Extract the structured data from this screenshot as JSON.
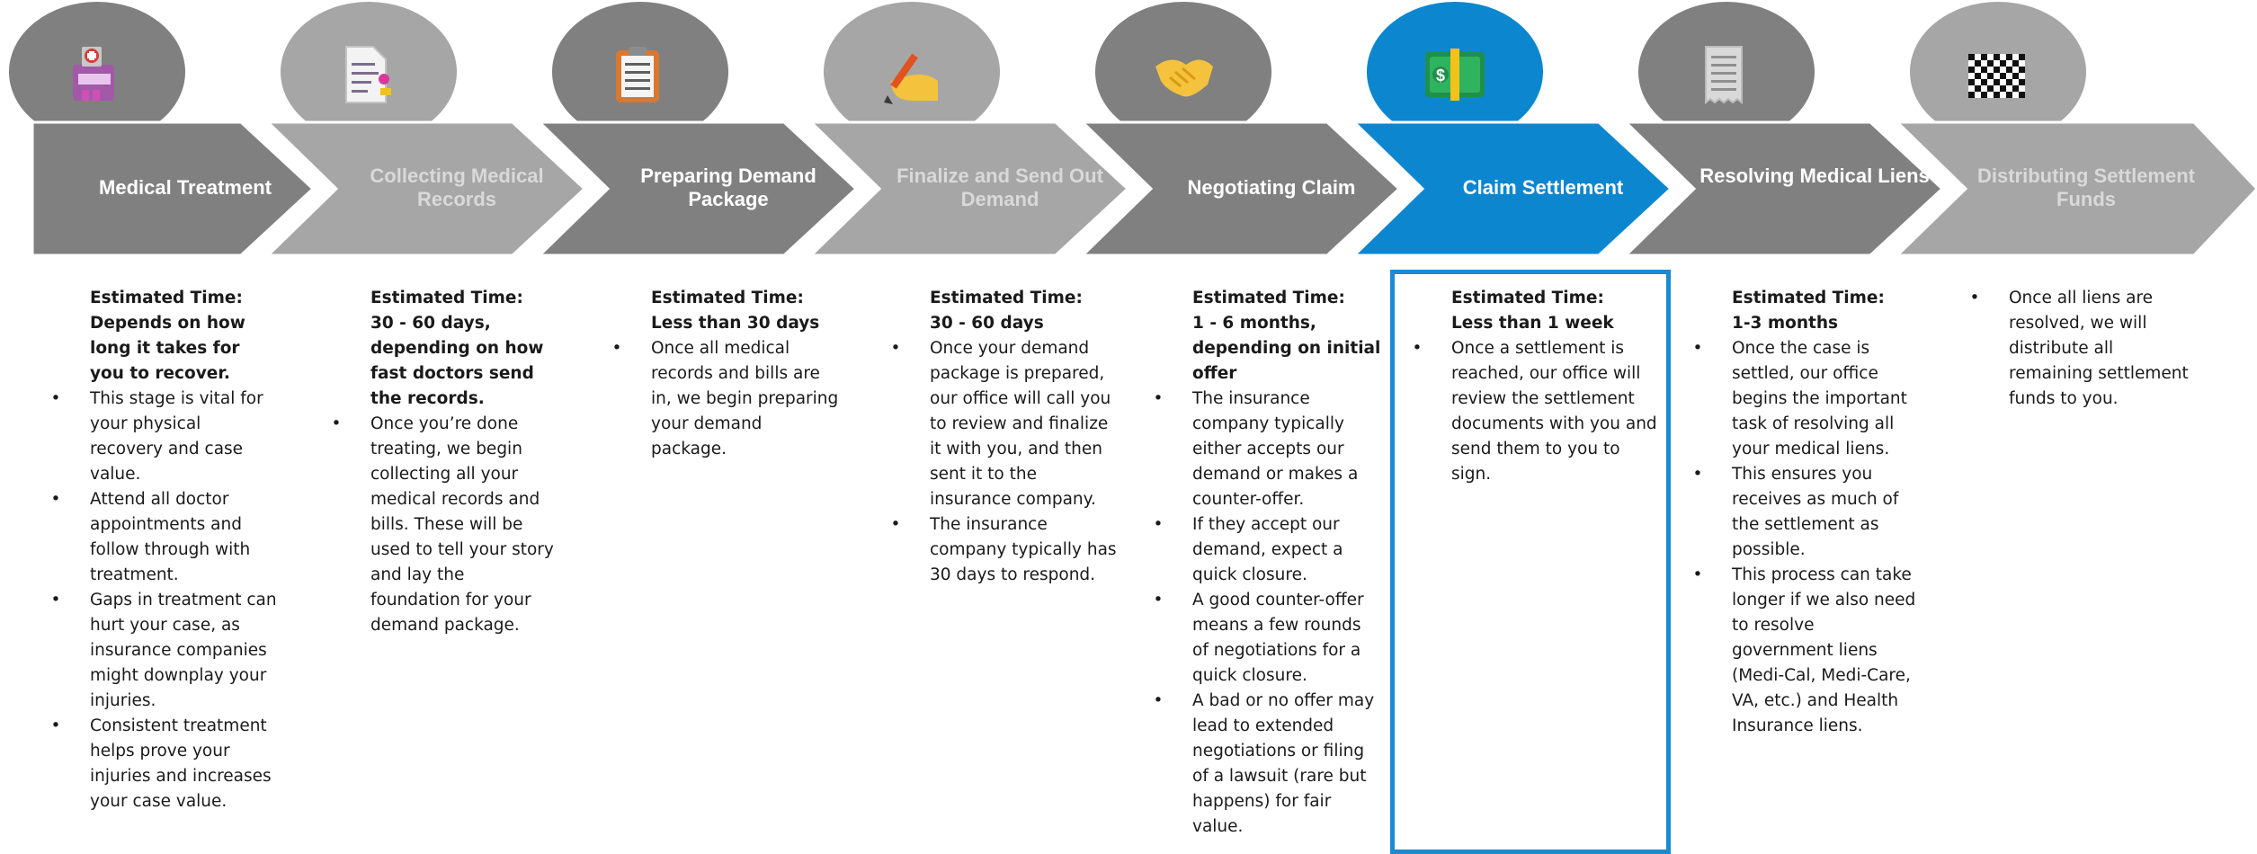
{
  "colors": {
    "step_dark": "#808080",
    "step_light": "#a6a6a6",
    "step_active": "#0d86d0",
    "highlight_border": "#1b8ad0",
    "text": "#1a1a1a"
  },
  "steps": [
    {
      "title": "Medical Treatment",
      "icon": "hospital-icon",
      "tone": "dark",
      "faded_label": false,
      "est_label": "Estimated Time:",
      "est_value": "Depends on how long it takes for you to recover.",
      "bullets": [
        "This stage is vital for your physical recovery and case value.",
        "Attend all doctor appointments and follow through with treatment.",
        "Gaps in treatment can hurt your case, as insurance companies might downplay your injuries.",
        "Consistent treatment helps prove your injuries and increases your case value."
      ]
    },
    {
      "title": "Collecting Medical Records",
      "icon": "document-icon",
      "tone": "light",
      "faded_label": true,
      "est_label": "Estimated Time:",
      "est_value": "30 - 60 days, depending on how fast doctors send the records.",
      "bullets": [
        "Once you’re done treating, we begin collecting all your medical records and bills. These will be used to tell your story and lay the foundation for your demand package."
      ]
    },
    {
      "title": "Preparing Demand Package",
      "icon": "clipboard-icon",
      "tone": "dark",
      "faded_label": false,
      "est_label": "Estimated Time:",
      "est_value": "Less than 30 days",
      "bullets": [
        "Once all medical records and bills are in, we begin preparing your demand package."
      ]
    },
    {
      "title": "Finalize and Send Out Demand",
      "icon": "writing-hand-icon",
      "tone": "light",
      "faded_label": true,
      "est_label": "Estimated Time:",
      "est_value": "30 - 60 days",
      "bullets": [
        "Once your demand package is prepared, our office will call you to review and finalize it with you, and then sent it to the insurance company.",
        "The insurance company typically has 30 days to respond."
      ]
    },
    {
      "title": "Negotiating Claim",
      "icon": "handshake-icon",
      "tone": "dark",
      "faded_label": false,
      "est_label": "Estimated Time:",
      "est_value": "1 - 6 months, depending on initial offer",
      "bullets": [
        "The insurance company typically either accepts our demand or makes a counter-offer.",
        "If they accept our demand, expect a quick closure.",
        "A good counter-offer means a few rounds of negotiations for a quick closure.",
        "A bad or no offer may lead to extended negotiations or filing of a lawsuit (rare but happens) for fair value."
      ]
    },
    {
      "title": "Claim Settlement",
      "icon": "money-icon",
      "tone": "active",
      "faded_label": false,
      "est_label": "Estimated Time:",
      "est_value": "Less than 1 week",
      "bullets": [
        "Once a settlement is reached, our office will review the settlement documents with you and send them to you to sign."
      ]
    },
    {
      "title": "Resolving Medical Liens",
      "icon": "receipt-icon",
      "tone": "dark",
      "faded_label": false,
      "est_label": "Estimated Time:",
      "est_value": "1-3 months",
      "bullets": [
        "Once the case is settled, our office begins the important task of resolving all your medical liens.",
        "This ensures you receives as much of the settlement as possible.",
        "This process can take longer if we also need to resolve government liens (Medi-Cal, Medi-Care, VA, etc.) and Health Insurance liens."
      ]
    },
    {
      "title": "Distributing Settlement Funds",
      "icon": "checkered-flag-icon",
      "tone": "light",
      "faded_label": true,
      "est_label": "",
      "est_value": "",
      "bullets": [
        "Once all liens are resolved, we will distribute all remaining settlement funds to you."
      ]
    }
  ]
}
